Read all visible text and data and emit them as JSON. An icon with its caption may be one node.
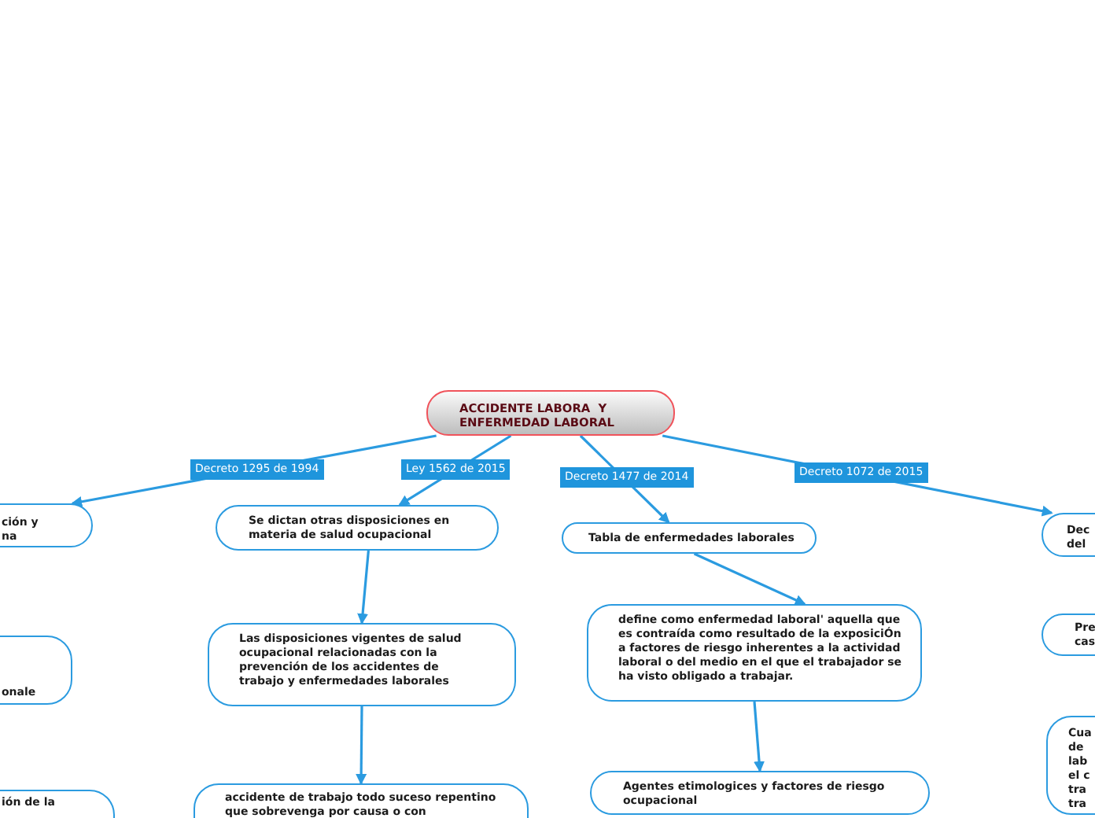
{
  "diagram": {
    "nodes": [
      {
        "text": [
          "ACCIDENTE LABORA  Y ENFERMEDAD LABORAL"
        ]
      },
      {
        "text": [
          "ción y na"
        ]
      },
      {
        "text": [
          "Se dictan otras disposiciones en materia de salud ocupacional"
        ]
      },
      {
        "text": [
          "Tabla de enfermedades laborales"
        ]
      },
      {
        "text": [
          "Dec del"
        ]
      },
      {
        "text": [
          "onale"
        ]
      },
      {
        "text": [
          "Las disposiciones vigentes de salud ocupacional relacionadas con la prevención de los accidentes de trabajo y enfermedades laborales"
        ]
      },
      {
        "text": [
          "define como enfermedad laboral' aquella que es contraída como resultado de la exposiciÓn a factores de riesgo inherentes a la actividad laboral o del medio en el que el trabajador se ha visto obligado a trabajar."
        ]
      },
      {
        "text": [
          "Pre cas"
        ]
      },
      {
        "text": [
          "accidente de trabajo todo suceso repentino que sobrevenga por causa o con"
        ]
      },
      {
        "text": [
          "ión de la"
        ]
      },
      {
        "text": [
          "Agentes etimologices y factores de riesgo ocupacional"
        ]
      },
      {
        "text": [
          "Cua de lab el c tra tra"
        ]
      }
    ],
    "edges": [
      {
        "from": 0,
        "to": 1,
        "arrow": "to",
        "label": "Decreto 1295 de 1994"
      },
      {
        "from": 0,
        "to": 2,
        "arrow": "to",
        "label": "Ley 1562 de 2015"
      },
      {
        "from": 0,
        "to": 3,
        "arrow": "to",
        "label": "Decreto 1477 de 2014"
      },
      {
        "from": 0,
        "to": 4,
        "arrow": "to",
        "label": "Decreto 1072 de 2015"
      },
      {
        "from": 2,
        "to": 6,
        "arrow": "to"
      },
      {
        "from": 6,
        "to": 9,
        "arrow": "to"
      },
      {
        "from": 3,
        "to": 7,
        "arrow": "to"
      },
      {
        "from": 7,
        "to": 11,
        "arrow": "to"
      }
    ]
  }
}
